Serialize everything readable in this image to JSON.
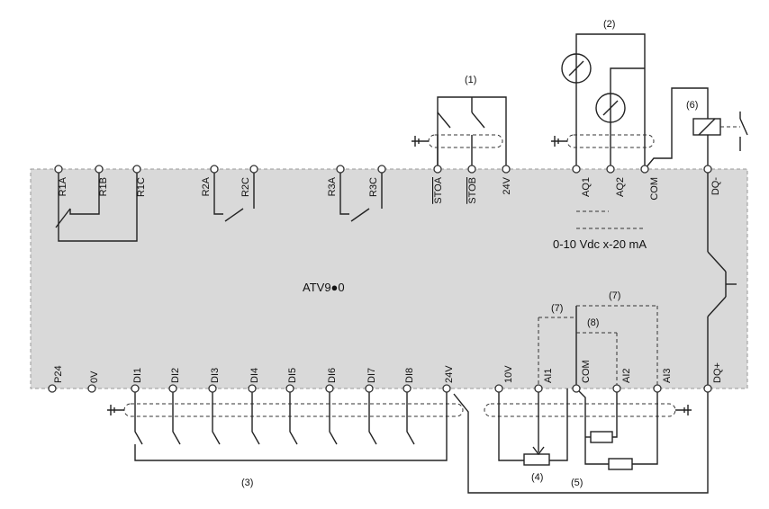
{
  "device": {
    "name": "ATV9●0",
    "analog_range": "0-10 Vdc x-20 mA"
  },
  "top_terminals": [
    "R1A",
    "R1B",
    "R1C",
    "R2A",
    "R2C",
    "R3A",
    "R3C",
    "STOA",
    "STOB",
    "24V",
    "AQ1",
    "AQ2",
    "COM",
    "DQ-"
  ],
  "bottom_terminals": [
    "P24",
    "0V",
    "DI1",
    "DI2",
    "DI3",
    "DI4",
    "DI5",
    "DI6",
    "DI7",
    "DI8",
    "24V",
    "10V",
    "AI1",
    "COM",
    "AI2",
    "AI3",
    "DQ+"
  ],
  "callouts": [
    "(1)",
    "(2)",
    "(3)",
    "(4)",
    "(5)",
    "(6)",
    "(7)",
    "(7)",
    "(8)"
  ],
  "colors": {
    "panel": "#d9d9d9",
    "line": "#222222"
  }
}
